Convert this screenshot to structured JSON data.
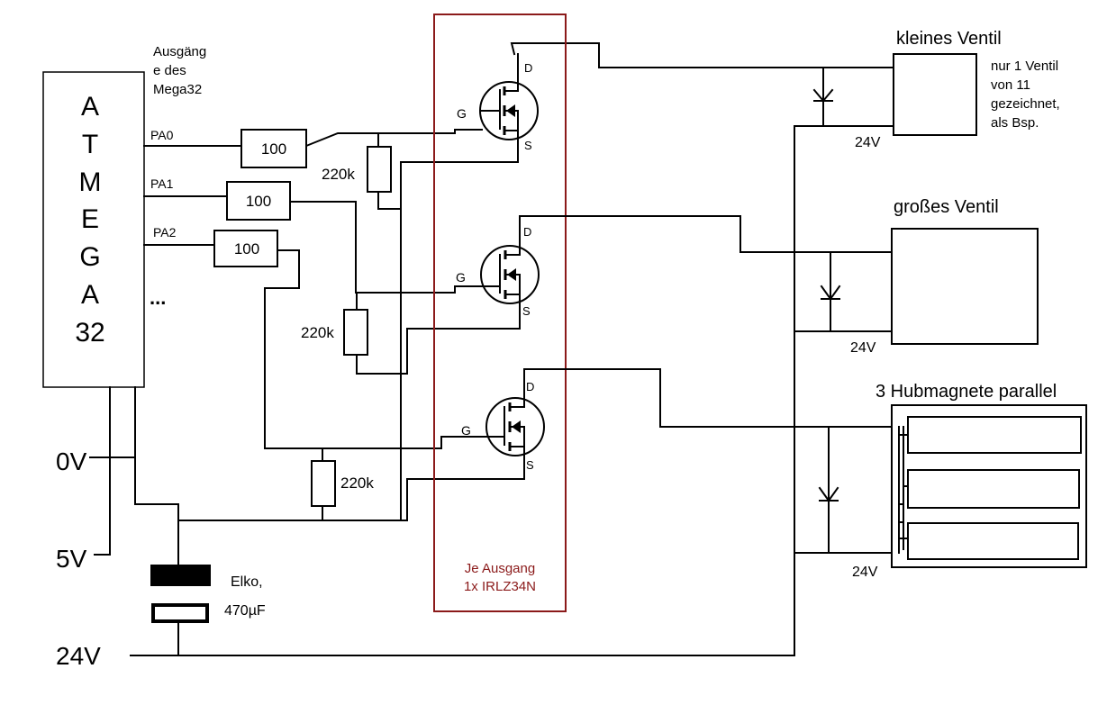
{
  "chip": {
    "letters": [
      "A",
      "T",
      "M",
      "E",
      "G",
      "A"
    ],
    "number": "32"
  },
  "chip_caption": [
    "Ausgäng",
    "e des",
    "Mega32"
  ],
  "ports": [
    "PA0",
    "PA1",
    "PA2"
  ],
  "ellipsis": "...",
  "resistor_100": "100",
  "resistor_220k": "220k",
  "pin_labels": {
    "gate": "G",
    "drain": "D",
    "source": "S"
  },
  "rails": {
    "zero": "0V",
    "five": "5V",
    "twentyfour": "24V"
  },
  "capacitor": {
    "line1": "Elko,",
    "line2": "470µF"
  },
  "mosfet_box_caption": [
    "Je Ausgang",
    "1x IRLZ34N"
  ],
  "loads": {
    "small_valve": "kleines Ventil",
    "note": [
      "nur 1 Ventil",
      "von 11",
      "gezeichnet,",
      "als Bsp."
    ],
    "large_valve": "großes Ventil",
    "magnets": "3 Hubmagnete parallel"
  },
  "load_supply": "24V",
  "colors": {
    "ink": "#000000",
    "box": "#8b1a1a"
  }
}
